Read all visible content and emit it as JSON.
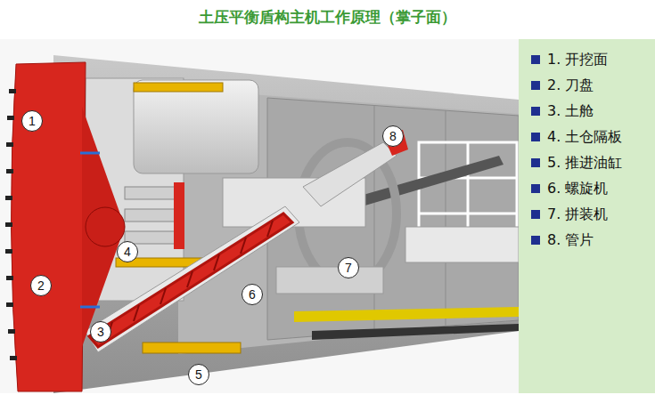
{
  "diagram": {
    "title": "土压平衡盾构主机工作原理（掌子面）",
    "labels": [
      "1",
      "2",
      "3",
      "4",
      "5",
      "6",
      "7",
      "8"
    ],
    "legend": [
      {
        "text": "1. 开挖面",
        "color": "#1f2f8f"
      },
      {
        "text": "2. 刀盘",
        "color": "#1f2f8f"
      },
      {
        "text": "3. 土舱",
        "color": "#1f2f8f"
      },
      {
        "text": "4. 土仓隔板",
        "color": "#1f2f8f"
      },
      {
        "text": "5. 推进油缸",
        "color": "#1f2f8f"
      },
      {
        "text": "6. 螺旋机",
        "color": "#1f2f8f"
      },
      {
        "text": "7. 拼装机",
        "color": "#1f2f8f"
      },
      {
        "text": "8. 管片",
        "color": "#1f2f8f"
      }
    ]
  }
}
